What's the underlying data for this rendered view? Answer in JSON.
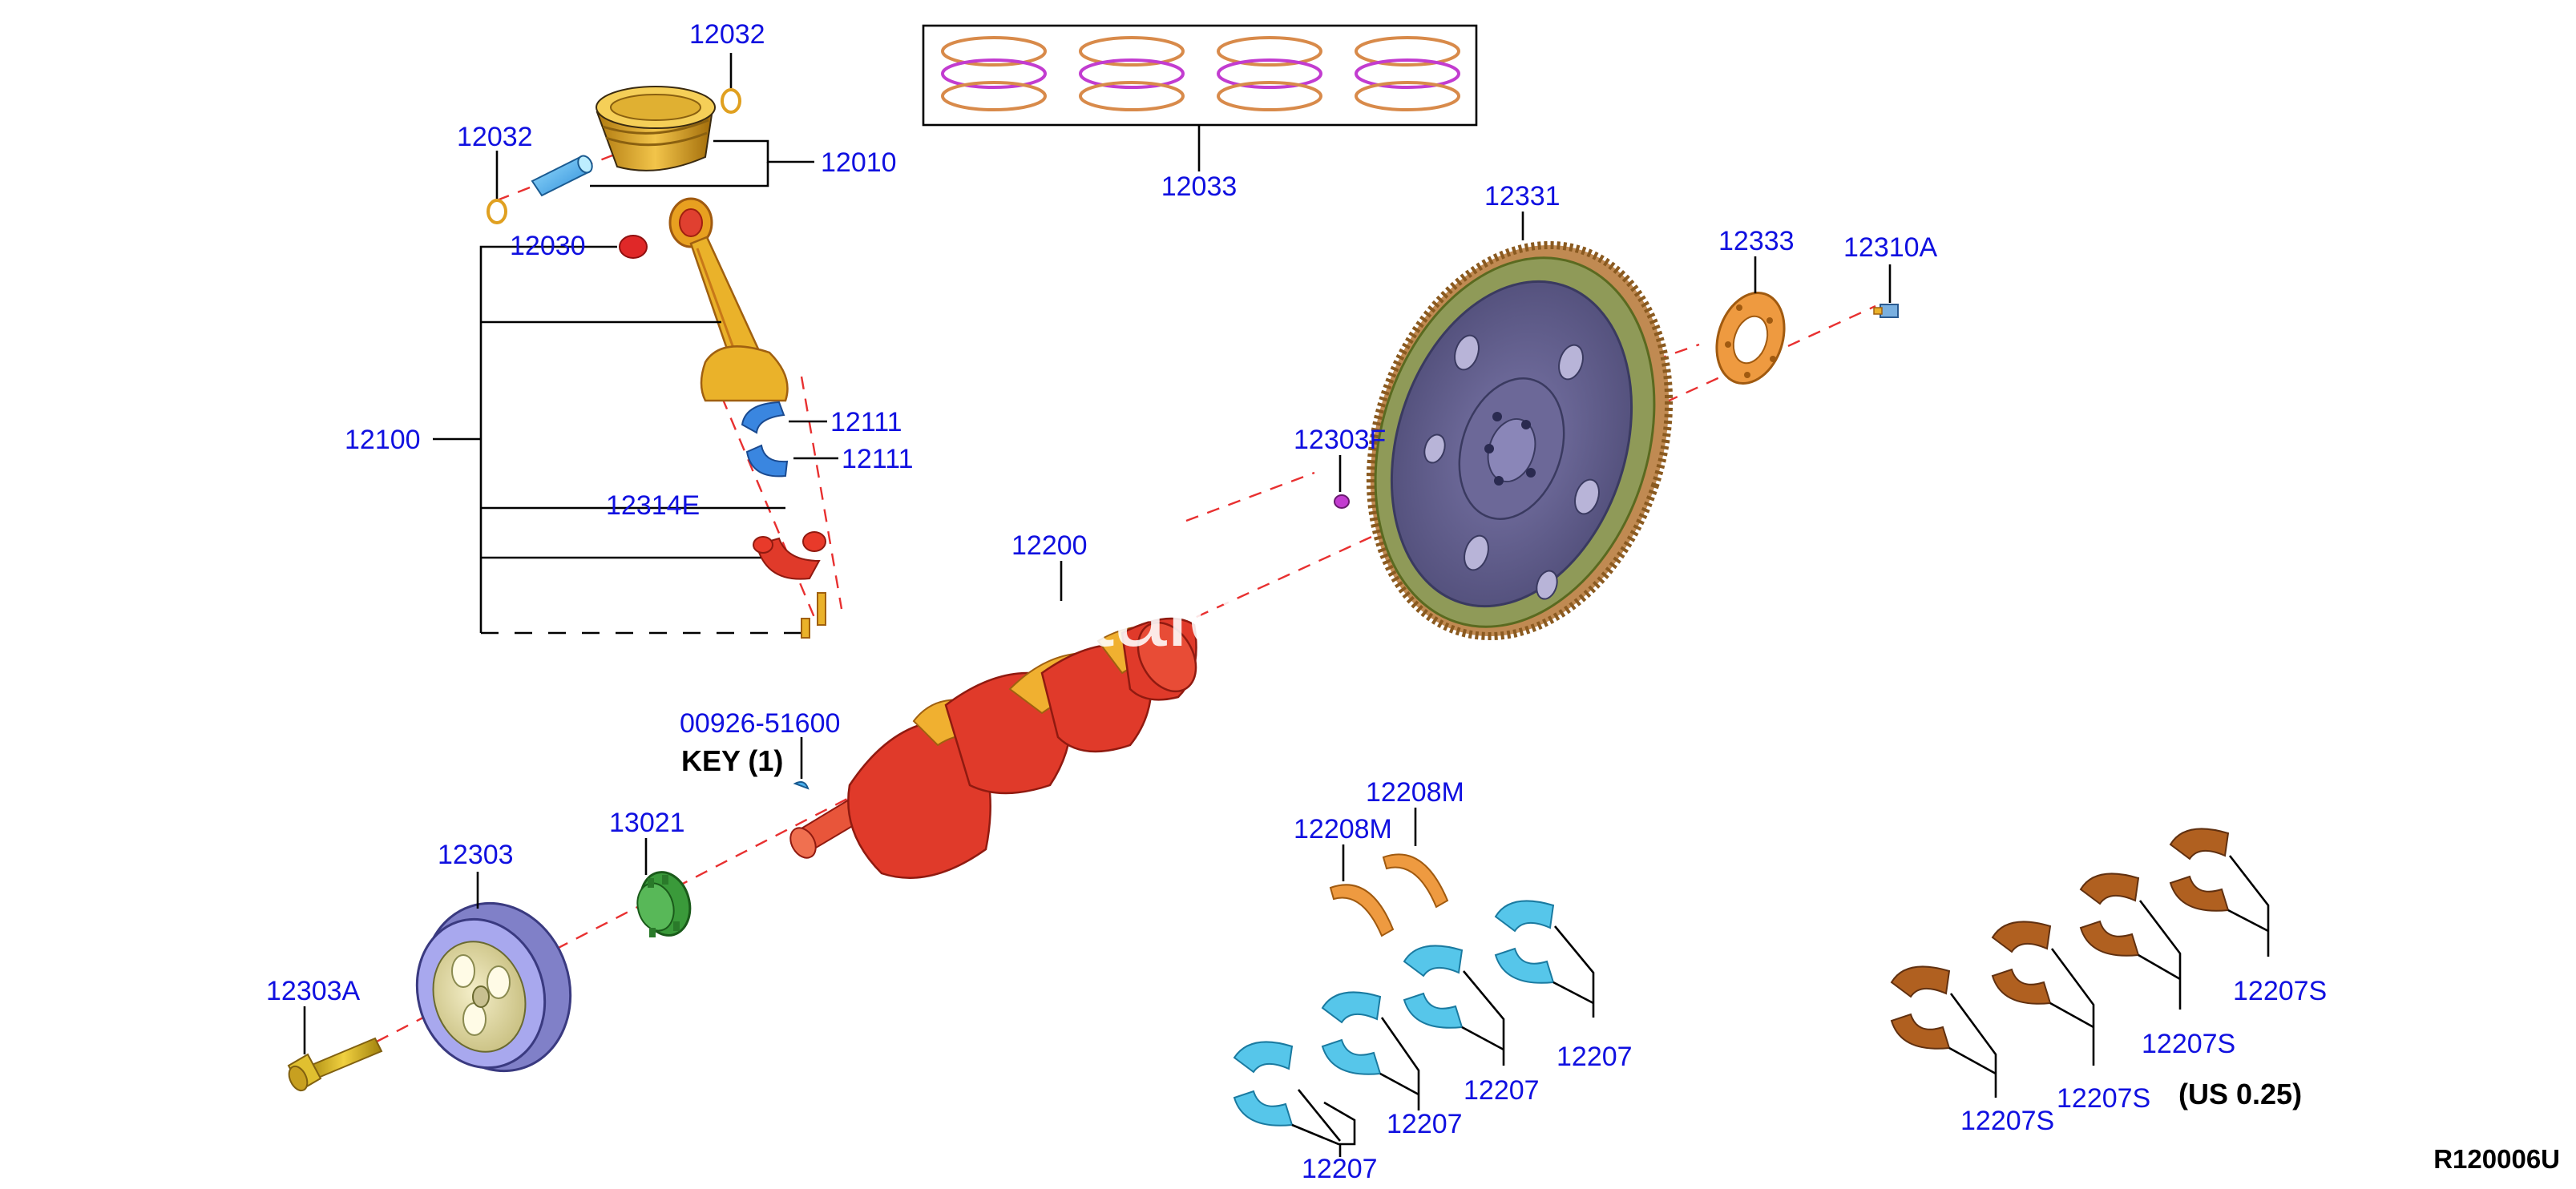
{
  "diagram": {
    "reference_code": "R120006U",
    "watermark": "co  talo",
    "colors": {
      "callout": "#1010e0",
      "axis": "#e83030",
      "crankshaft": "#e03a2a",
      "crankshaft_counterweight": "#f0b030",
      "piston": "#e4a820",
      "bearing_standard": "#56c6ea",
      "bearing_undersize": "#b06020",
      "flywheel_face": "#6e6a96",
      "flywheel_ring": "#8a9a50",
      "pulley": "#9a9ae8",
      "sprocket": "#3a9a3a"
    },
    "parts": [
      {
        "id": "p-12032-a",
        "label": "12032",
        "icon": "snap-ring"
      },
      {
        "id": "p-12032-b",
        "label": "12032",
        "icon": "snap-ring"
      },
      {
        "id": "p-12010",
        "label": "12010",
        "icon": "piston"
      },
      {
        "id": "p-12033",
        "label": "12033",
        "icon": "piston-ring-set"
      },
      {
        "id": "p-12030",
        "label": "12030",
        "icon": "bushing"
      },
      {
        "id": "p-12100",
        "label": "12100",
        "icon": "connecting-rod"
      },
      {
        "id": "p-12111-a",
        "label": "12111",
        "icon": "rod-bearing"
      },
      {
        "id": "p-12111-b",
        "label": "12111",
        "icon": "rod-bearing"
      },
      {
        "id": "p-12314e",
        "label": "12314E",
        "icon": "rod-cap"
      },
      {
        "id": "p-12200",
        "label": "12200",
        "icon": "crankshaft"
      },
      {
        "id": "p-00926",
        "label": "00926-51600",
        "icon": "woodruff-key"
      },
      {
        "id": "p-12331",
        "label": "12331",
        "icon": "flywheel"
      },
      {
        "id": "p-12333",
        "label": "12333",
        "icon": "reinforcement-plate"
      },
      {
        "id": "p-12310a",
        "label": "12310A",
        "icon": "bolt"
      },
      {
        "id": "p-12303f",
        "label": "12303F",
        "icon": "pilot-bushing"
      },
      {
        "id": "p-12303",
        "label": "12303",
        "icon": "crank-pulley"
      },
      {
        "id": "p-12303a",
        "label": "12303A",
        "icon": "pulley-bolt"
      },
      {
        "id": "p-13021",
        "label": "13021",
        "icon": "sprocket"
      },
      {
        "id": "p-12208m-a",
        "label": "12208M",
        "icon": "thrust-washer"
      },
      {
        "id": "p-12208m-b",
        "label": "12208M",
        "icon": "thrust-washer"
      },
      {
        "id": "p-12207-a",
        "label": "12207",
        "icon": "main-bearing"
      },
      {
        "id": "p-12207-b",
        "label": "12207",
        "icon": "main-bearing"
      },
      {
        "id": "p-12207-c",
        "label": "12207",
        "icon": "main-bearing"
      },
      {
        "id": "p-12207-d",
        "label": "12207",
        "icon": "main-bearing"
      },
      {
        "id": "p-12207s-a",
        "label": "12207S",
        "icon": "main-bearing-undersize"
      },
      {
        "id": "p-12207s-b",
        "label": "12207S",
        "icon": "main-bearing-undersize"
      },
      {
        "id": "p-12207s-c",
        "label": "12207S",
        "icon": "main-bearing-undersize"
      },
      {
        "id": "p-12207s-d",
        "label": "12207S",
        "icon": "main-bearing-undersize"
      }
    ],
    "notes": {
      "key": "KEY (1)",
      "undersize": "(US 0.25)"
    }
  }
}
